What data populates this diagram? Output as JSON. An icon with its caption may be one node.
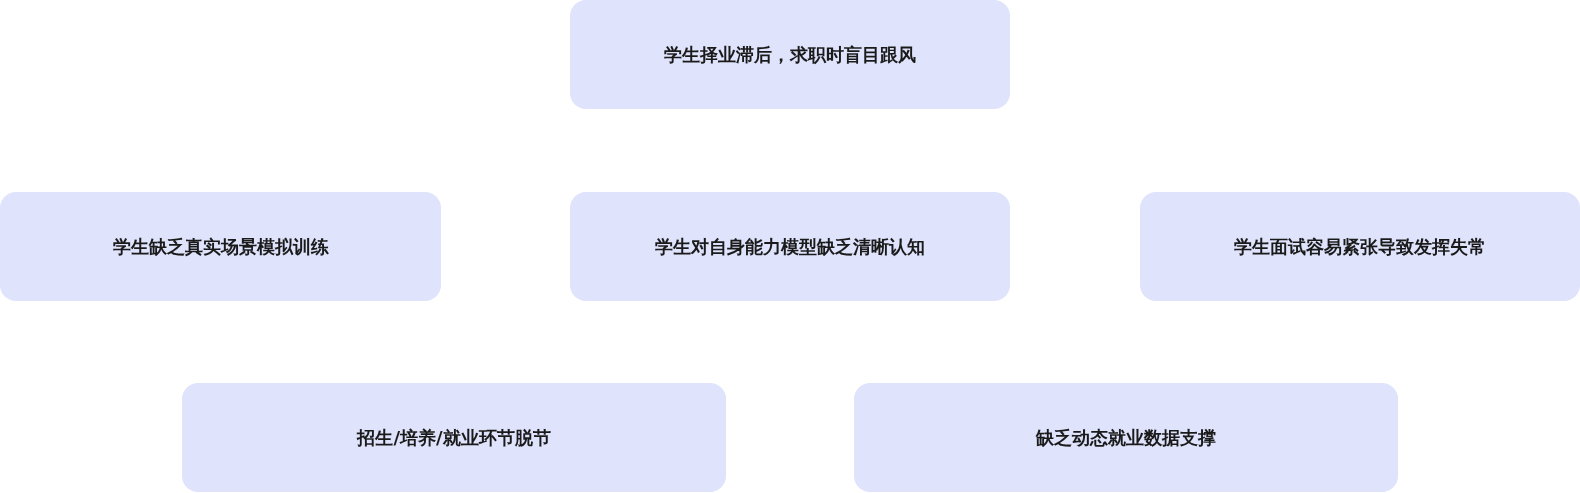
{
  "diagram": {
    "nodes": [
      {
        "text": [
          "学生择业滞后，求职时盲目跟风"
        ]
      },
      {
        "text": [
          "学生缺乏真实场景模拟训练"
        ]
      },
      {
        "text": [
          "学生对自身能力模型缺乏清晰认知"
        ]
      },
      {
        "text": [
          "学生面试容易紧张导致发挥失常"
        ]
      },
      {
        "text": [
          "招生/培养/就业环节脱节"
        ]
      },
      {
        "text": [
          "缺乏动态就业数据支撑"
        ]
      }
    ]
  }
}
